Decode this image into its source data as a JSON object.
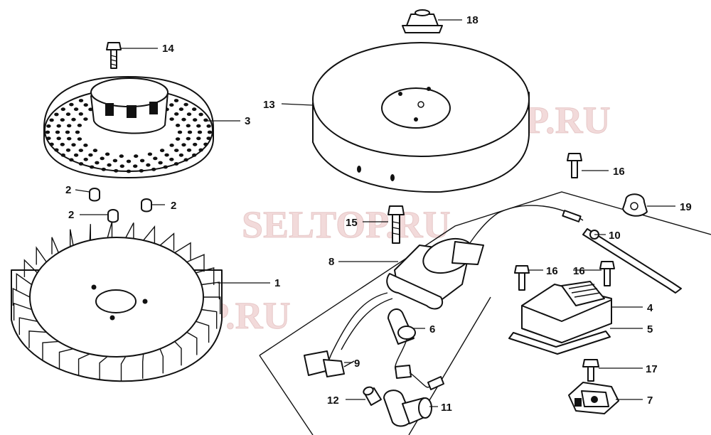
{
  "watermark": {
    "text": "SELTOP.RU",
    "color": "#e7bcbc"
  },
  "callouts": [
    {
      "id": "1",
      "label": "1"
    },
    {
      "id": "2a",
      "label": "2"
    },
    {
      "id": "2b",
      "label": "2"
    },
    {
      "id": "2c",
      "label": "2"
    },
    {
      "id": "3",
      "label": "3"
    },
    {
      "id": "4",
      "label": "4"
    },
    {
      "id": "5",
      "label": "5"
    },
    {
      "id": "6",
      "label": "6"
    },
    {
      "id": "7",
      "label": "7"
    },
    {
      "id": "8",
      "label": "8"
    },
    {
      "id": "9",
      "label": "9"
    },
    {
      "id": "10",
      "label": "10"
    },
    {
      "id": "11",
      "label": "11"
    },
    {
      "id": "12",
      "label": "12"
    },
    {
      "id": "13",
      "label": "13"
    },
    {
      "id": "14",
      "label": "14"
    },
    {
      "id": "15",
      "label": "15"
    },
    {
      "id": "16a",
      "label": "16"
    },
    {
      "id": "16b",
      "label": "16"
    },
    {
      "id": "16c",
      "label": "16"
    },
    {
      "id": "17",
      "label": "17"
    },
    {
      "id": "18",
      "label": "18"
    },
    {
      "id": "19",
      "label": "19"
    }
  ]
}
